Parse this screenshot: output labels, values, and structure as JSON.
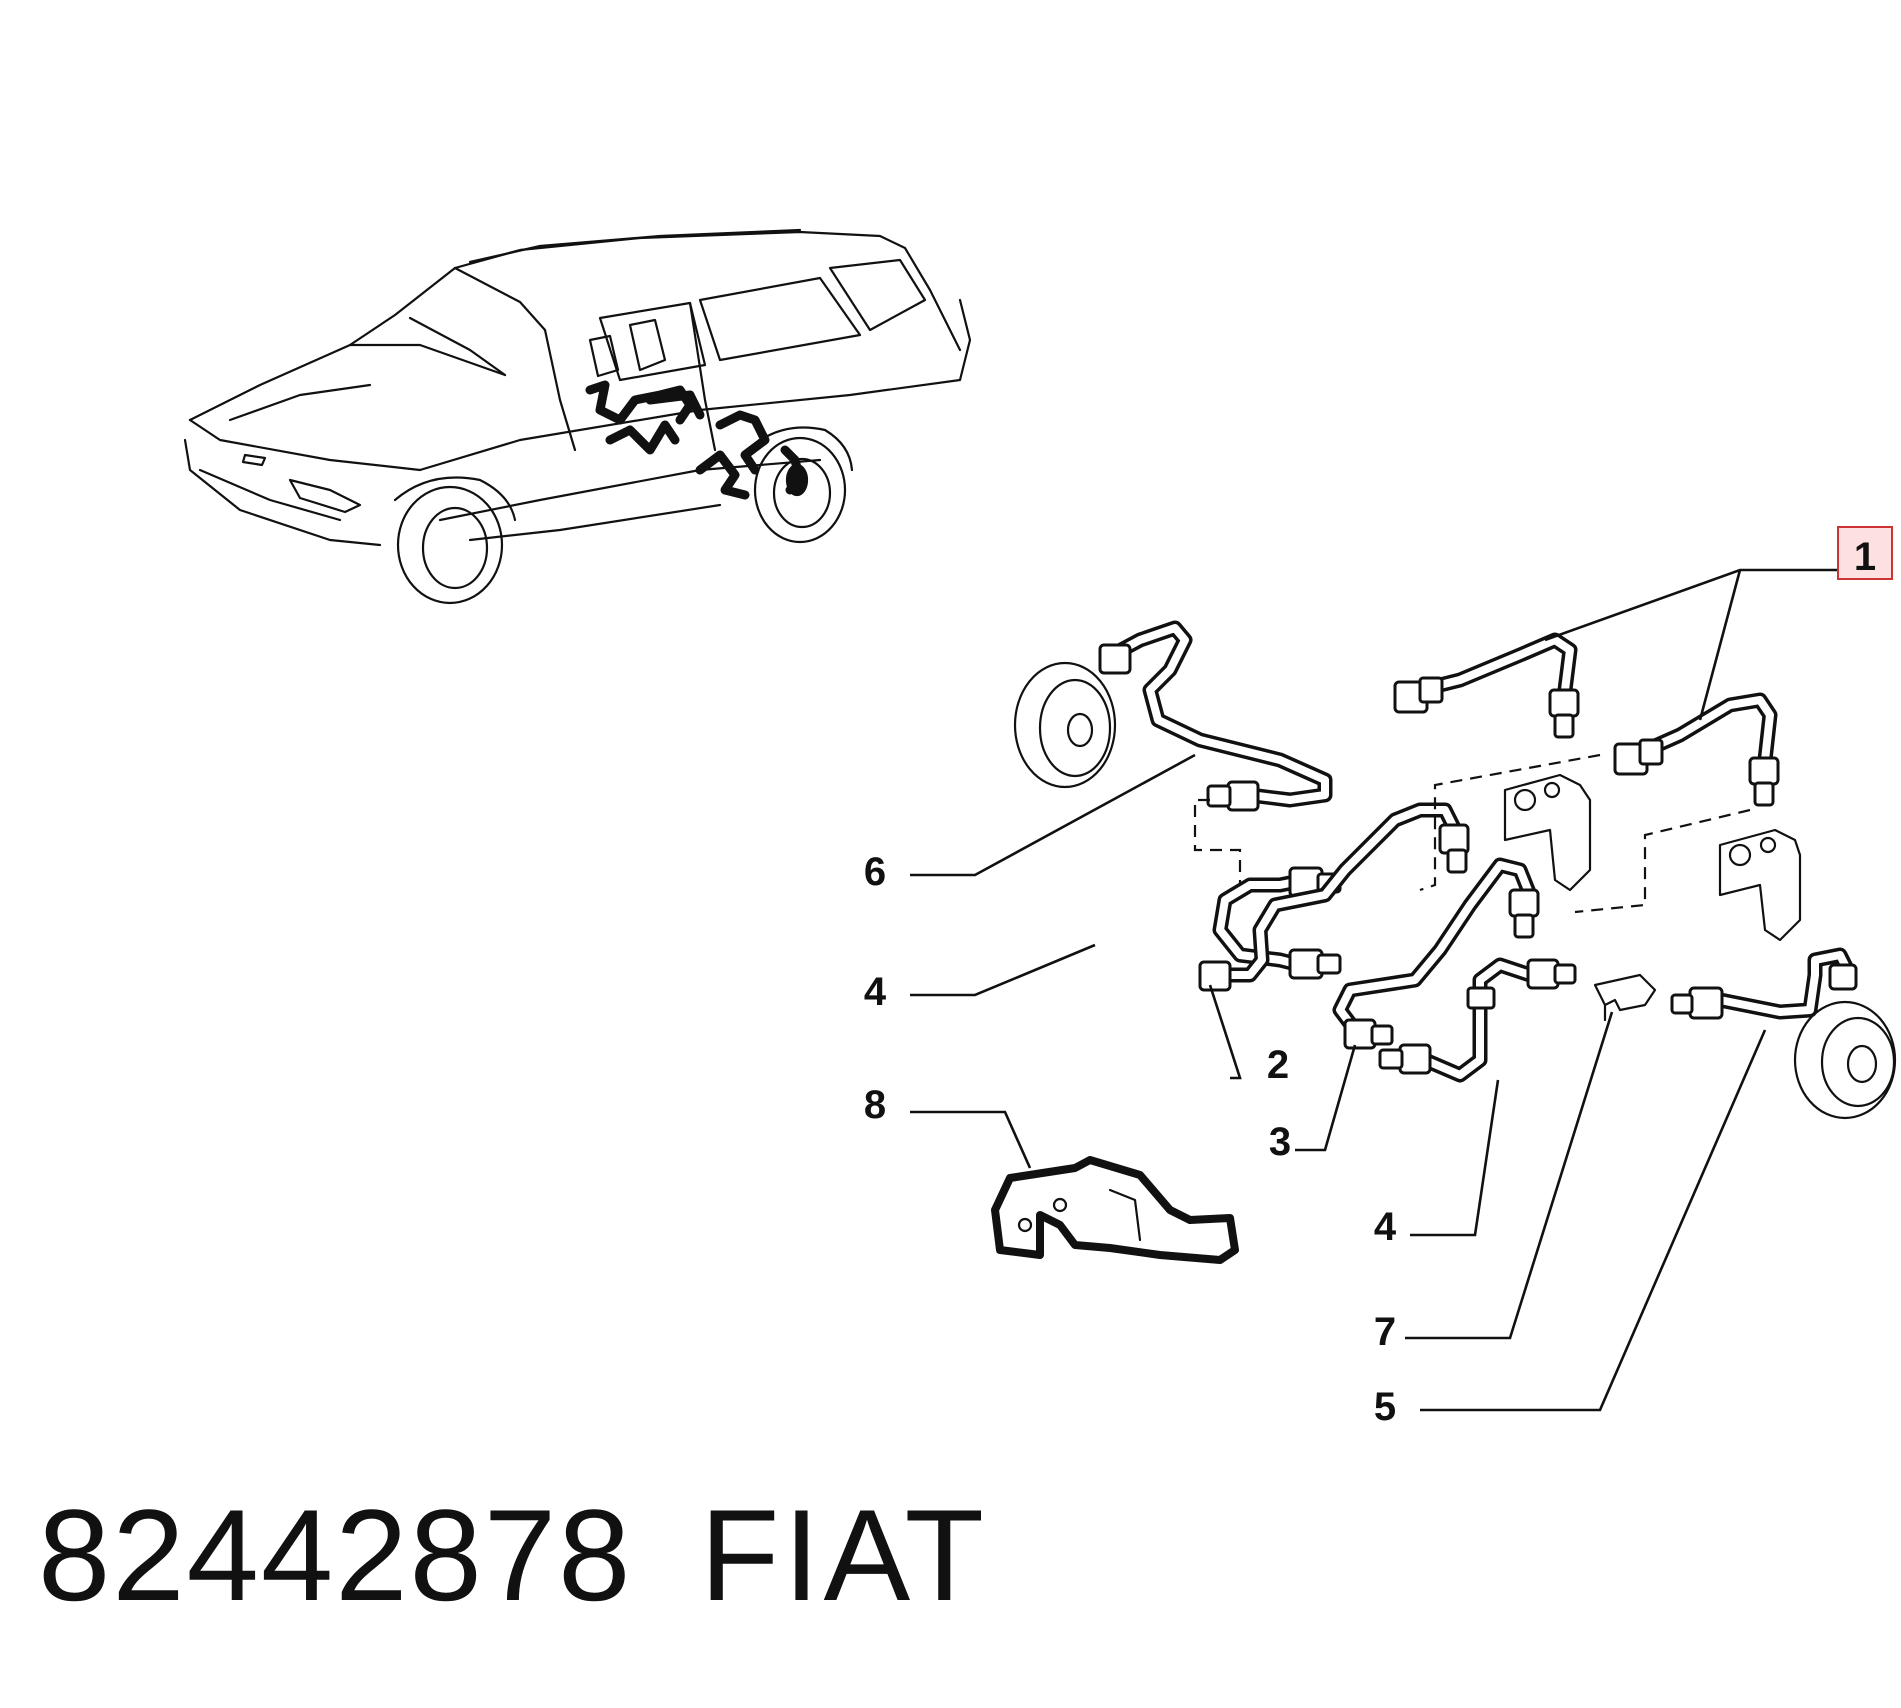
{
  "callouts": {
    "item_1": "1",
    "item_2": "2",
    "item_3": "3",
    "item_4a": "4",
    "item_4b": "4",
    "item_5": "5",
    "item_6": "6",
    "item_7": "7",
    "item_8": "8"
  },
  "highlight_color": "#cc3333",
  "footer": {
    "part_number": "82442878",
    "brand": "FIAT"
  }
}
